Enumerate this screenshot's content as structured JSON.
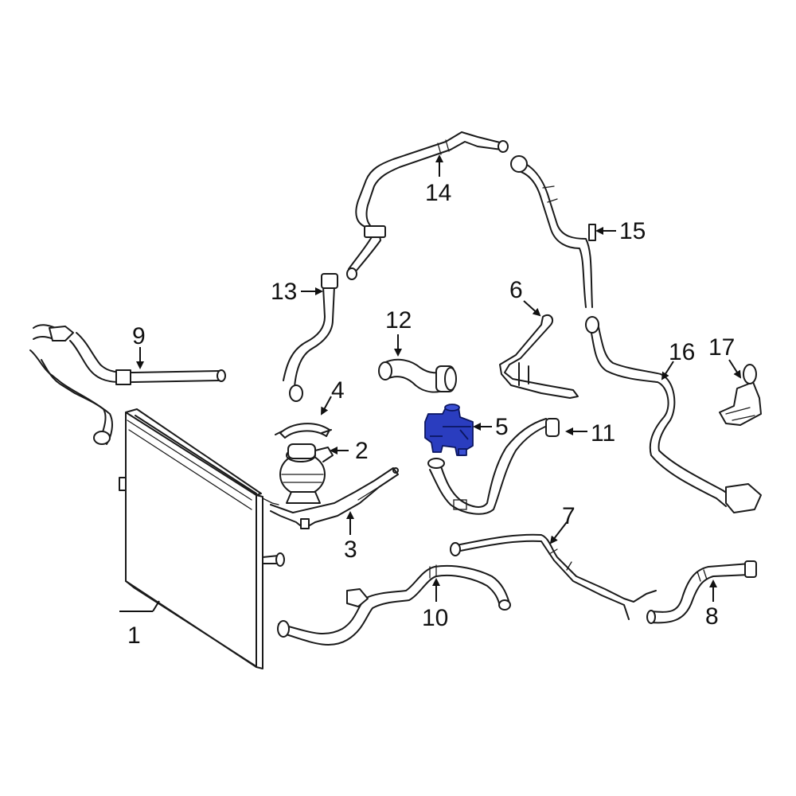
{
  "colors": {
    "line": "#1a1a1a",
    "highlight": "#2a3dbf",
    "highlight_dark": "#0b1660",
    "background": "#ffffff"
  },
  "highlighted_part": "5",
  "callouts": {
    "c1": "1",
    "c2": "2",
    "c3": "3",
    "c4": "4",
    "c5": "5",
    "c6": "6",
    "c7": "7",
    "c8": "8",
    "c9": "9",
    "c10": "10",
    "c11": "11",
    "c12": "12",
    "c13": "13",
    "c14": "14",
    "c15": "15",
    "c16": "16",
    "c17": "17"
  }
}
